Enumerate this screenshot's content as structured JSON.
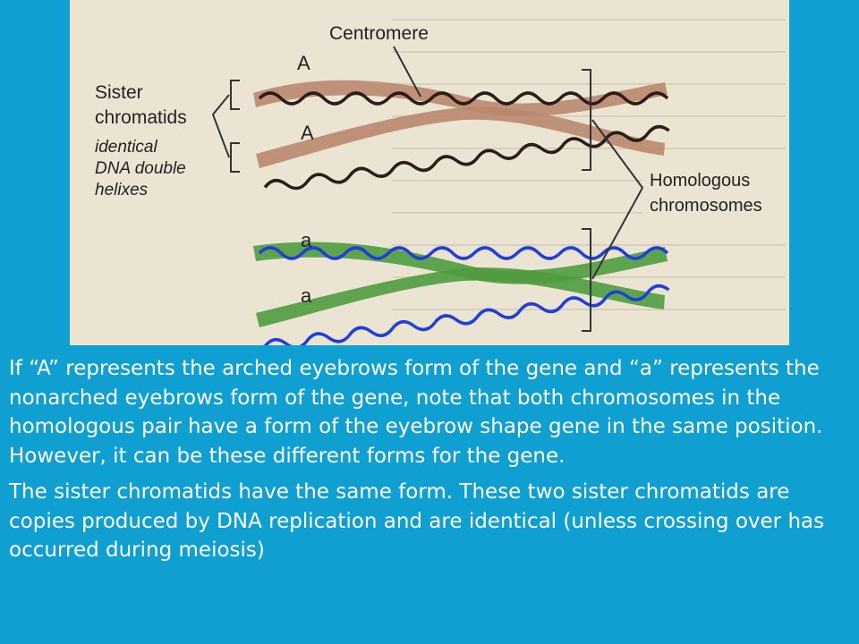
{
  "figure": {
    "centromere_label": "Centromere",
    "sister_chromatids_label_line1": "Sister",
    "sister_chromatids_label_line2": "chromatids",
    "identical_note_line1": "identical",
    "identical_note_line2": "DNA double",
    "identical_note_line3": "helixes",
    "homologous_label_line1": "Homologous",
    "homologous_label_line2": "chromosomes",
    "allele_upper_1": "A",
    "allele_upper_2": "A",
    "allele_lower_1": "a",
    "allele_lower_2": "a",
    "colors": {
      "upper_chromatid_fill": "#b9876e",
      "upper_dna_strand": "#2b1d18",
      "lower_chromatid_fill": "#4f9b3e",
      "lower_dna_strand": "#1f3fd8"
    }
  },
  "caption": {
    "paragraph1": "If “A” represents the arched eyebrows form of the gene and “a” represents the nonarched eyebrows form of the gene, note that both chromosomes in the homologous pair have a form of the eyebrow shape gene in the same position.  However, it can be these different forms for the gene.",
    "paragraph2": "The sister chromatids have the same form.  These two sister chromatids are copies produced by DNA replication and are identical (unless crossing over has occurred during meiosis)"
  }
}
